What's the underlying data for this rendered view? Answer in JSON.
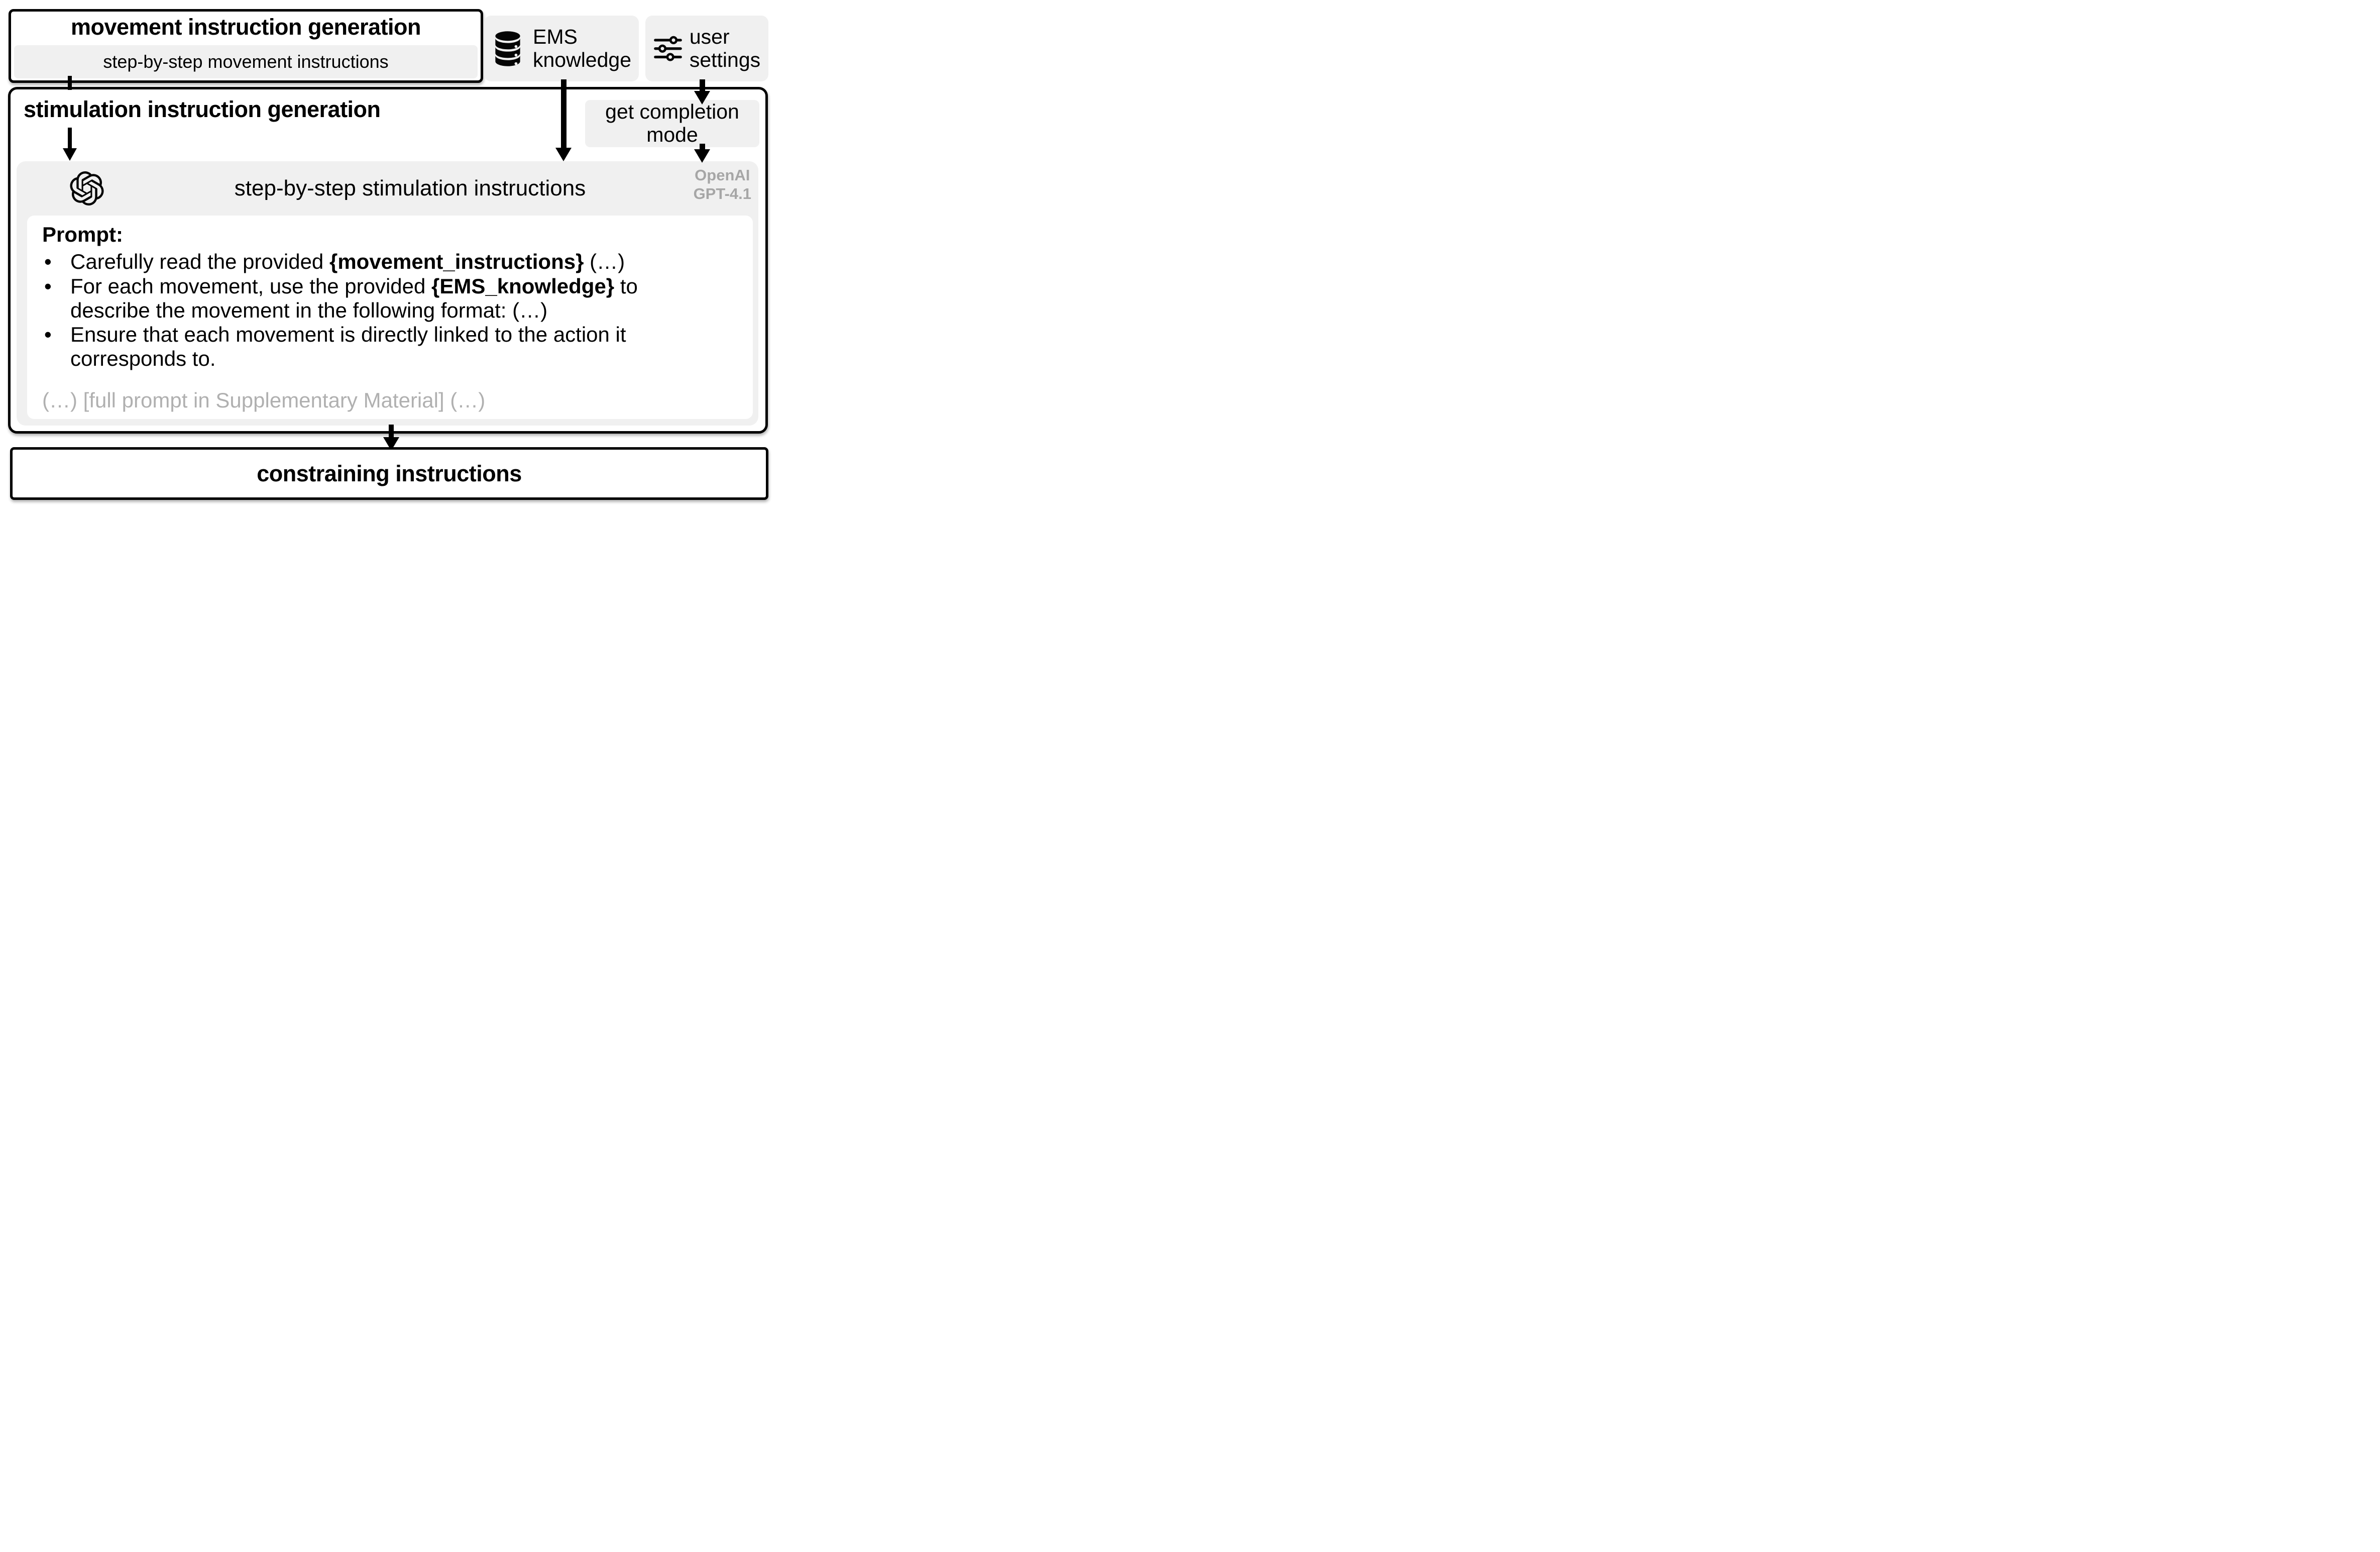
{
  "diagram": {
    "movement_stage": {
      "title": "movement instruction generation",
      "artifact": "step-by-step movement instructions"
    },
    "inputs": {
      "ems_knowledge": {
        "line1": "EMS",
        "line2": "knowledge"
      },
      "user_settings": {
        "line1": "user",
        "line2": "settings"
      }
    },
    "stimulation_stage": {
      "title": "stimulation instruction generation",
      "get_completion_mode": {
        "line1": "get completion",
        "line2": "mode"
      },
      "llm_block": {
        "header": "step-by-step stimulation instructions",
        "model": {
          "line1": "OpenAI",
          "line2": "GPT-4.1"
        },
        "prompt": {
          "heading": "Prompt:",
          "bullets": [
            {
              "pre": "Carefully read the provided ",
              "bold": "{movement_instructions}",
              "post": " (…)"
            },
            {
              "pre": "For each movement, use the provided ",
              "bold": "{EMS_knowledge}",
              "post": " to",
              "line2": "describe the movement in the following format: (…)"
            },
            {
              "line1": "Ensure that each movement is directly linked to the action it",
              "line2": "corresponds to."
            }
          ],
          "footnote": "(…) [full prompt in Supplementary Material] (…)"
        }
      }
    },
    "output_stage": {
      "title": "constraining instructions"
    }
  },
  "colors": {
    "panel_gray": "#f0f0f0",
    "muted_text": "#a6a6a6",
    "footnote_text": "#b0b0b0",
    "ink": "#000000"
  }
}
